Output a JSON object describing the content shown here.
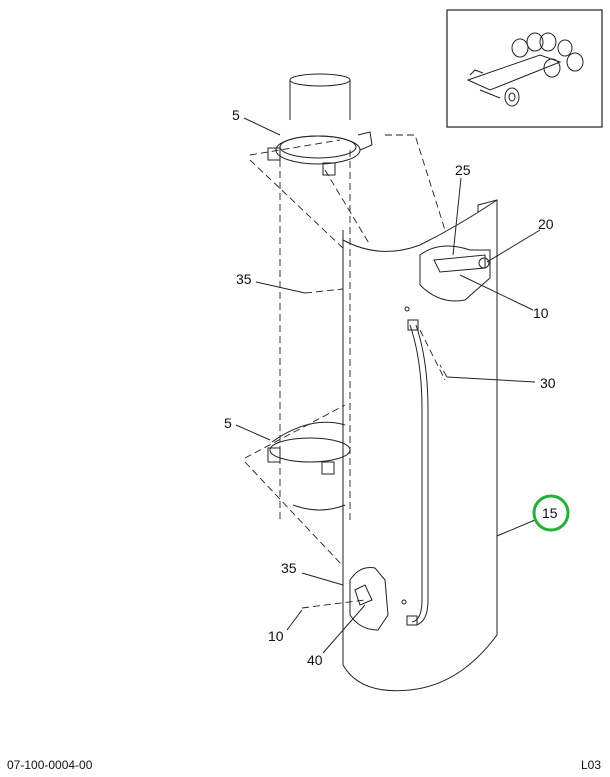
{
  "diagram": {
    "callouts": {
      "clamp_top": "5",
      "clamp_bottom": "5",
      "screw_top": "35",
      "bracket_upper": "25",
      "nut_upper": "20",
      "bolt_upper": "10",
      "rod": "30",
      "shield": "15",
      "screw_bottom": "35",
      "bolt_lower": "10",
      "bracket_lower": "40"
    },
    "highlight_color": "#22b03a",
    "highlighted_callout": "15"
  },
  "footer": {
    "drawing_number": "07-100-0004-00",
    "revision": "L03"
  }
}
